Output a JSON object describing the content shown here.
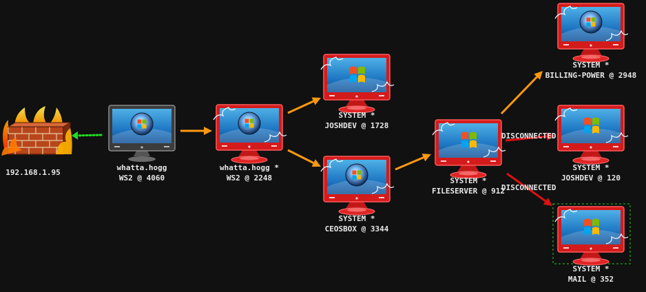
{
  "nodes": [
    {
      "id": "firewall",
      "kind": "firewall",
      "line1": "192.168.1.95",
      "line2": ""
    },
    {
      "id": "ws2-4060",
      "kind": "vista-gray",
      "line1": "whatta.hogg",
      "line2": "WS2 @ 4060"
    },
    {
      "id": "ws2-2248",
      "kind": "vista-red",
      "line1": "whatta.hogg *",
      "line2": "WS2 @ 2248"
    },
    {
      "id": "joshdev-1728",
      "kind": "xp-red",
      "line1": "SYSTEM *",
      "line2": "JOSHDEV @ 1728"
    },
    {
      "id": "ceosbox-3344",
      "kind": "vista-red",
      "line1": "SYSTEM *",
      "line2": "CEOSBOX @ 3344"
    },
    {
      "id": "fileserver-912",
      "kind": "xp-red",
      "line1": "SYSTEM *",
      "line2": "FILESERVER @ 912"
    },
    {
      "id": "billing-2948",
      "kind": "vista-red",
      "line1": "SYSTEM *",
      "line2": "BILLING-POWER @ 2948"
    },
    {
      "id": "joshdev-120",
      "kind": "xp-red",
      "line1": "SYSTEM *",
      "line2": "JOSHDEV @ 120"
    },
    {
      "id": "mail-352",
      "kind": "xp-red",
      "line1": "SYSTEM *",
      "line2": "MAIL @ 352",
      "selected": true
    }
  ],
  "edges": [
    {
      "from": "ws2-4060",
      "to": "firewall",
      "style": "dotted",
      "color": "#22dd22"
    },
    {
      "from": "ws2-4060",
      "to": "ws2-2248",
      "style": "solid",
      "color": "#ff9911"
    },
    {
      "from": "ws2-2248",
      "to": "joshdev-1728",
      "style": "solid",
      "color": "#ff9911"
    },
    {
      "from": "ws2-2248",
      "to": "ceosbox-3344",
      "style": "solid",
      "color": "#ff9911"
    },
    {
      "from": "ceosbox-3344",
      "to": "fileserver-912",
      "style": "solid",
      "color": "#ff9911"
    },
    {
      "from": "fileserver-912",
      "to": "billing-2948",
      "style": "solid",
      "color": "#ff9911"
    },
    {
      "from": "fileserver-912",
      "to": "joshdev-120",
      "style": "solid",
      "color": "#dd1111",
      "label": "DISCONNECTED"
    },
    {
      "from": "fileserver-912",
      "to": "mail-352",
      "style": "solid",
      "color": "#dd1111",
      "label": "DISCONNECTED"
    }
  ],
  "colors": {
    "background": "#111111",
    "pivot_edge": "#ff9911",
    "disconnected_edge": "#dd1111",
    "tunnel_edge": "#22dd22",
    "selection": "#22cc22",
    "label_text": "#e8e8e8"
  }
}
